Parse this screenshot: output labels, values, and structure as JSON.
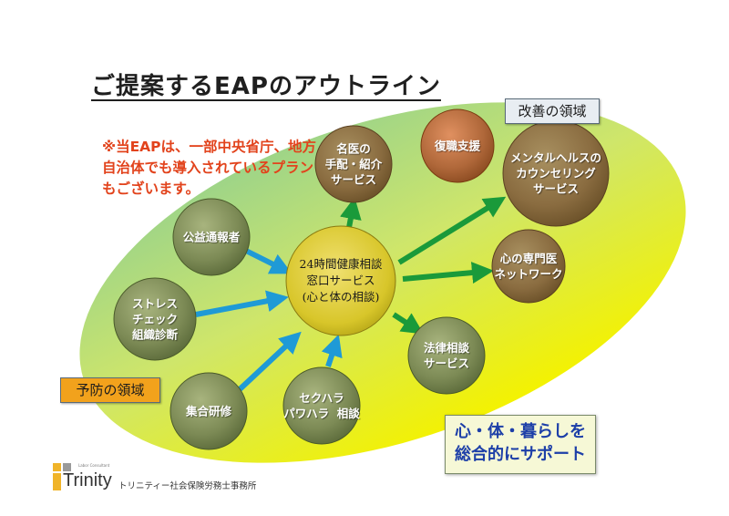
{
  "title": "ご提案するEAPのアウトライン",
  "note": "※当EAPは、一部中央省庁、地方自治体でも導入されているプランもございます。",
  "tags": {
    "improvement": "改善の領域",
    "prevention": "予防の領域"
  },
  "tagline": "心・体・暮らしを\n総合的にサポート",
  "center": "24時間健康相談\n窓口サービス\n(心と体の相談)",
  "inputs": [
    {
      "id": "whistleblower",
      "label": "公益通報者"
    },
    {
      "id": "stress-check",
      "label": "ストレス\nチェック\n組織診断"
    },
    {
      "id": "group-training",
      "label": "集合研修"
    },
    {
      "id": "harassment",
      "label": "セクハラ\nパワハラ  相談"
    }
  ],
  "outputs": [
    {
      "id": "doctor-referral",
      "label": "名医の\n手配・紹介\nサービス"
    },
    {
      "id": "return-to-work",
      "label": "復職支援"
    },
    {
      "id": "counseling",
      "label": "メンタルヘルスの\nカウンセリング\nサービス"
    },
    {
      "id": "specialist-network",
      "label": "心の専門医\nネットワーク"
    },
    {
      "id": "legal-consultation",
      "label": "法律相談\nサービス"
    }
  ],
  "logo": {
    "brand": "Trinity",
    "sub": "Labor Consultant"
  },
  "office": "トリニティー社会保険労務士事務所",
  "colors": {
    "ellipse_top": "#9ad38a",
    "ellipse_bottom": "#f4f200",
    "node_green": "#7c8a55",
    "node_orange": "#b0683a",
    "center": "#d8c62a",
    "arrow_in": "#1f9ad6",
    "arrow_out": "#1a9a3a",
    "note": "#e2431c",
    "tagline_text": "#1d3fa8"
  }
}
